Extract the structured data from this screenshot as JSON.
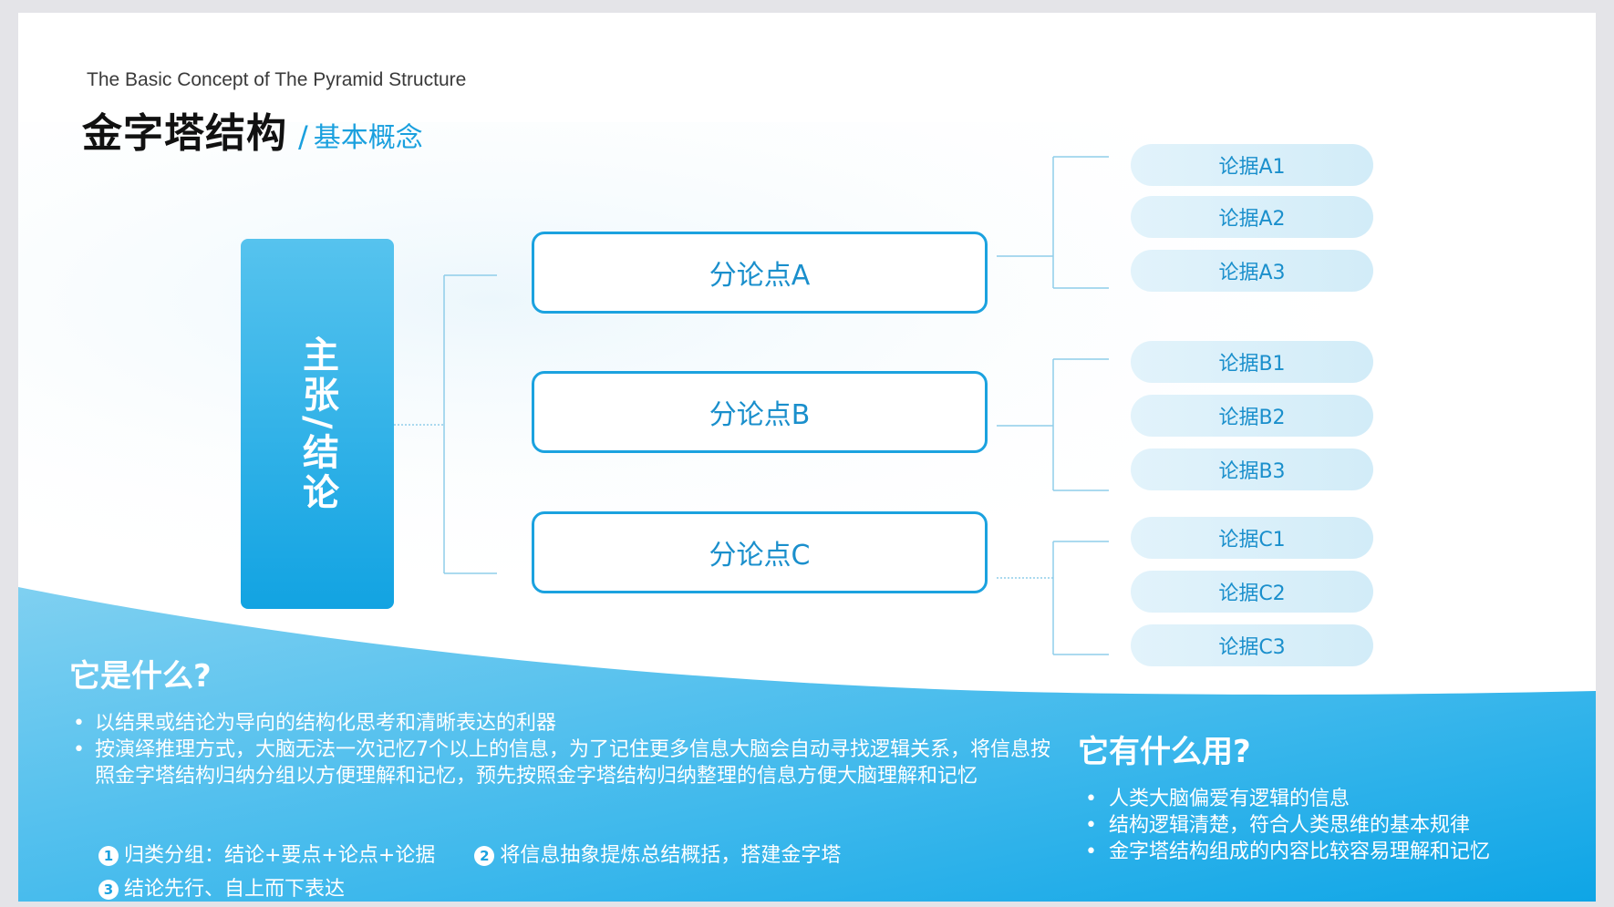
{
  "header": {
    "subtitle_en": "The Basic Concept of  The Pyramid Structure",
    "title": "金字塔结构",
    "separator": "/",
    "title_sub": "基本概念"
  },
  "diagram": {
    "main": "主张/结论",
    "points": [
      {
        "label": "分论点A",
        "evidence": [
          "论据A1",
          "论据A2",
          "论据A3"
        ]
      },
      {
        "label": "分论点B",
        "evidence": [
          "论据B1",
          "论据B2",
          "论据B3"
        ]
      },
      {
        "label": "分论点C",
        "evidence": [
          "论据C1",
          "论据C2",
          "论据C3"
        ]
      }
    ]
  },
  "what": {
    "title": "它是什么?",
    "bullets": [
      "以结果或结论为导向的结构化思考和清晰表达的利器",
      "按演绎推理方式，大脑无法一次记忆7个以上的信息，为了记住更多信息大脑会自动寻找逻辑关系，将信息按照金字塔结构归纳分组以方便理解和记忆，预先按照金字塔结构归纳整理的信息方便大脑理解和记忆"
    ],
    "steps": [
      {
        "num": "1",
        "text": "归类分组：结论+要点+论点+论据"
      },
      {
        "num": "2",
        "text": "将信息抽象提炼总结概括，搭建金字塔"
      },
      {
        "num": "3",
        "text": "结论先行、自上而下表达"
      }
    ]
  },
  "use": {
    "title": "它有什么用?",
    "bullets": [
      "人类大脑偏爱有逻辑的信息",
      "结构逻辑清楚，符合人类思维的基本规律",
      "金字塔结构组成的内容比较容易理解和记忆"
    ]
  },
  "colors": {
    "accent": "#1ba2df",
    "wave_light": "#7fd0f1",
    "wave_dark": "#0ea5e6"
  }
}
